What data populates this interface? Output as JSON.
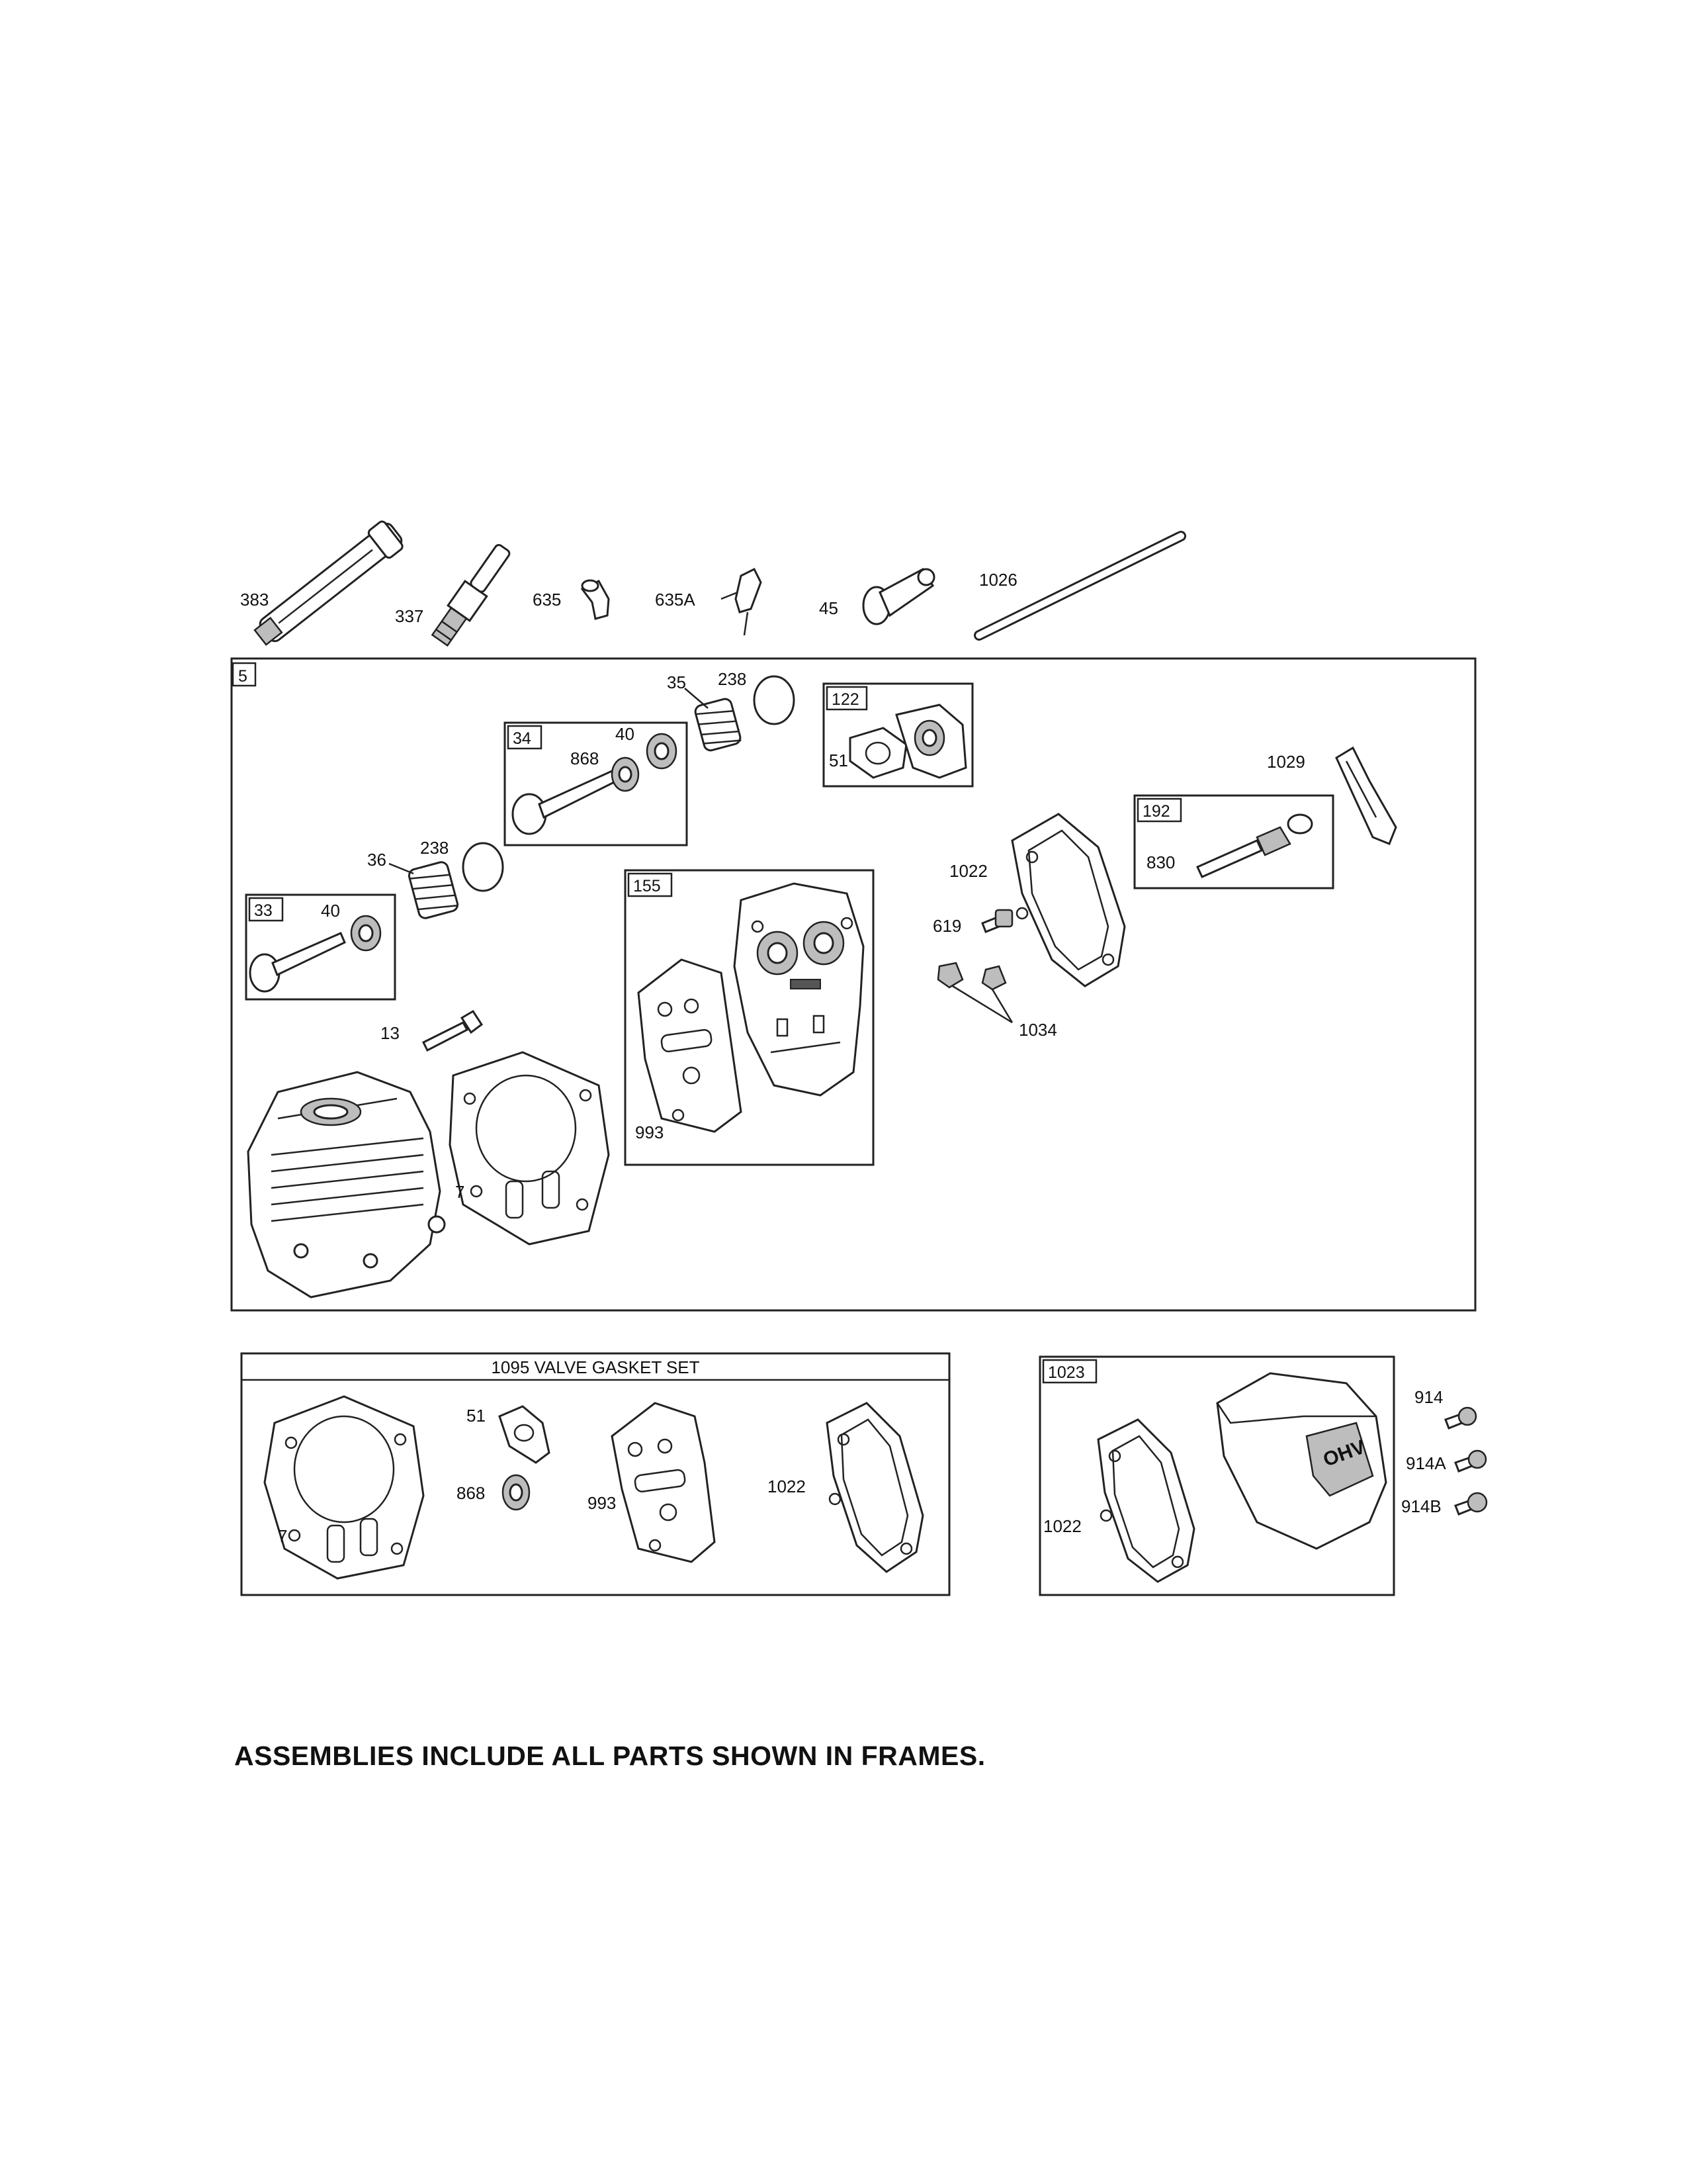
{
  "parts": {
    "p383": "383",
    "p337": "337",
    "p635": "635",
    "p635a": "635A",
    "p45": "45",
    "p1026": "1026",
    "p35": "35",
    "p238a": "238",
    "p238b": "238",
    "p868": "868",
    "p40a": "40",
    "p40b": "40",
    "p51": "51",
    "p36": "36",
    "p1029": "1029",
    "p830": "830",
    "p1022": "1022",
    "p619": "619",
    "p13": "13",
    "p1034": "1034",
    "p993": "993",
    "p7": "7"
  },
  "frames": {
    "f5": "5",
    "f122": "122",
    "f34": "34",
    "f33": "33",
    "f155": "155",
    "f192": "192",
    "f1023": "1023"
  },
  "gasket_set": {
    "title": "1095 VALVE GASKET SET",
    "p51": "51",
    "p868": "868",
    "p993": "993",
    "p1022": "1022",
    "p7": "7"
  },
  "cover_frame": {
    "p1022": "1022",
    "p914": "914",
    "p914a": "914A",
    "p914b": "914B",
    "logo_text": "OHV"
  },
  "footer": "ASSEMBLIES INCLUDE ALL PARTS SHOWN IN FRAMES."
}
